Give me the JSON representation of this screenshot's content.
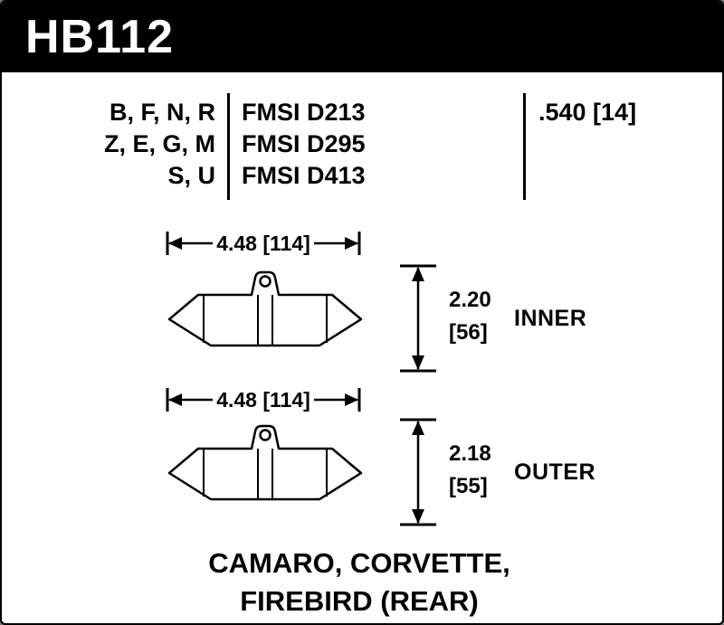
{
  "header": {
    "part_number": "HB112"
  },
  "spec_table": {
    "compounds": [
      "B, F, N, R",
      "Z, E, G, M",
      "S, U"
    ],
    "fmsi": [
      "FMSI D213",
      "FMSI D295",
      "FMSI D413"
    ],
    "pad_thickness": ".540 [14]"
  },
  "dimensions": {
    "inner": {
      "width": "4.48 [114]",
      "height_in": "2.20",
      "height_mm": "[56]",
      "label": "INNER"
    },
    "outer": {
      "width": "4.48 [114]",
      "height_in": "2.18",
      "height_mm": "[55]",
      "label": "OUTER"
    }
  },
  "footer": {
    "line1": "CAMARO, CORVETTE,",
    "line2": "FIREBIRD (REAR)"
  },
  "colors": {
    "ink": "#000000",
    "paper": "#ffffff",
    "header_bg": "#000000",
    "header_fg": "#ffffff"
  }
}
